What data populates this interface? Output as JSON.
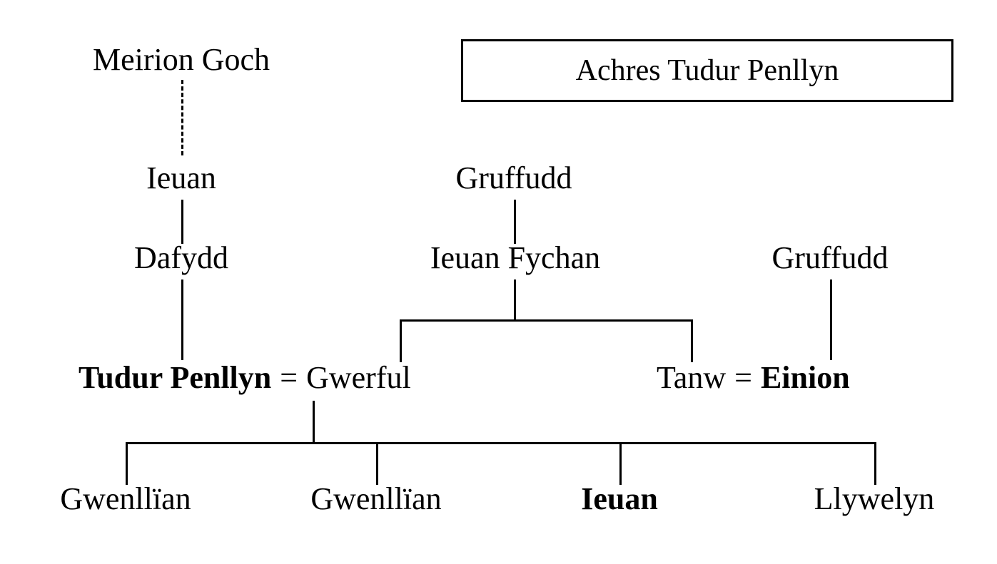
{
  "diagram": {
    "title": "Achres Tudur Penllyn",
    "type": "family-tree",
    "language": "Welsh",
    "nodes": {
      "meirion_goch": "Meirion Goch",
      "ieuan_left": "Ieuan",
      "dafydd": "Dafydd",
      "gruffudd_center": "Gruffudd",
      "ieuan_fychan": "Ieuan Fychan",
      "gruffudd_right": "Gruffudd",
      "tudur_penllyn": "Tudur Penllyn",
      "gwerful": "Gwerful",
      "tanw": "Tanw",
      "einion": "Einion",
      "child_1": "Gwenllïan",
      "child_2": "Gwenllïan",
      "child_3": "Ieuan",
      "child_4": "Llywelyn"
    },
    "marriage_symbol": "=",
    "colors": {
      "ink": "#000000",
      "paper": "#ffffff"
    }
  }
}
